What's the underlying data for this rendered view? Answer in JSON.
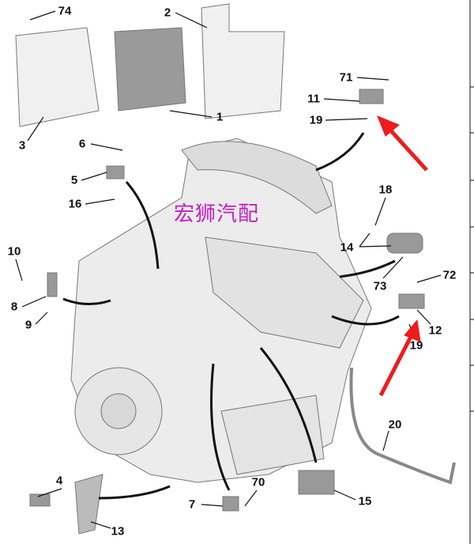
{
  "watermark": {
    "text": "宏狮汽配",
    "color": "#c21fc2"
  },
  "arrow_color": "#ee1c1c",
  "callouts": [
    {
      "id": "74",
      "label": "74"
    },
    {
      "id": "2",
      "label": "2"
    },
    {
      "id": "3",
      "label": "3"
    },
    {
      "id": "1",
      "label": "1"
    },
    {
      "id": "71",
      "label": "71"
    },
    {
      "id": "11",
      "label": "11"
    },
    {
      "id": "19a",
      "label": "19"
    },
    {
      "id": "6",
      "label": "6"
    },
    {
      "id": "5",
      "label": "5"
    },
    {
      "id": "16",
      "label": "16"
    },
    {
      "id": "18",
      "label": "18"
    },
    {
      "id": "14",
      "label": "14"
    },
    {
      "id": "10",
      "label": "10"
    },
    {
      "id": "8",
      "label": "8"
    },
    {
      "id": "9",
      "label": "9"
    },
    {
      "id": "73",
      "label": "73"
    },
    {
      "id": "72",
      "label": "72"
    },
    {
      "id": "12",
      "label": "12"
    },
    {
      "id": "19b",
      "label": "19"
    },
    {
      "id": "20",
      "label": "20"
    },
    {
      "id": "4",
      "label": "4"
    },
    {
      "id": "13",
      "label": "13"
    },
    {
      "id": "7",
      "label": "7"
    },
    {
      "id": "70",
      "label": "70"
    },
    {
      "id": "15",
      "label": "15"
    }
  ]
}
